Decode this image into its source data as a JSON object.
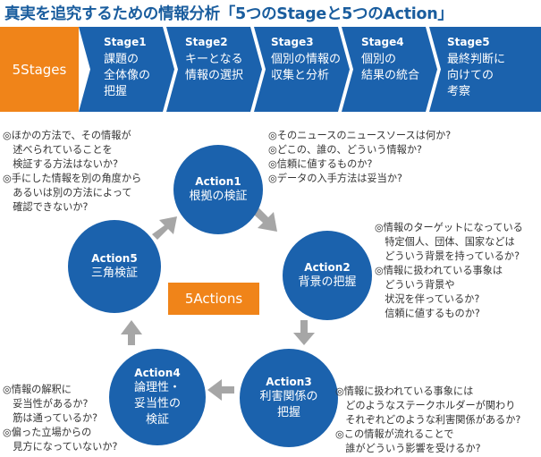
{
  "title": "真実を追究するための情報分析「5つのStageと5つのAction」",
  "colors": {
    "stage_band": "#1b62ad",
    "stages_label_bg": "#f08419",
    "circle": "#1b62ad",
    "center_label_bg": "#f08419",
    "arrow": "#a6a6a6",
    "title": "#1a5d9e"
  },
  "stages_label": "5Stages",
  "stages": [
    {
      "num": "Stage1",
      "name": "課題の\n全体像の\n把握"
    },
    {
      "num": "Stage2",
      "name": "キーとなる\n情報の選択"
    },
    {
      "num": "Stage3",
      "name": "個別の情報の\n収集と分析"
    },
    {
      "num": "Stage4",
      "name": "個別の\n結果の統合"
    },
    {
      "num": "Stage5",
      "name": "最終判断に\n向けての\n考察"
    }
  ],
  "actions_label": "5Actions",
  "actions": [
    {
      "num": "Action1",
      "name": "根拠の検証"
    },
    {
      "num": "Action2",
      "name": "背景の把握"
    },
    {
      "num": "Action3",
      "name": "利害関係の\n把握"
    },
    {
      "num": "Action4",
      "name": "論理性・\n妥当性の\n検証"
    },
    {
      "num": "Action5",
      "name": "三角検証"
    }
  ],
  "notes": {
    "action1": "◎そのニュースのニュースソースは何か?\n◎どこの、誰の、どういう情報か?\n◎信頼に値するものか?\n◎データの入手方法は妥当か?",
    "action2": "◎情報のターゲットになっている\n　特定個人、団体、国家などは\n　どういう背景を持っているか?\n◎情報に扱われている事象は\n　どういう背景や\n　状況を伴っているか?\n　信頼に値するものか?",
    "action3": "◎情報に扱われている事象には\n　どのようなステークホルダーが関わり\n　それぞれどのような利害関係があるか?\n◎この情報が流れることで\n　誰がどういう影響を受けるか?",
    "action4": "◎情報の解釈に\n　妥当性があるか?\n　筋は通っているか?\n◎偏った立場からの\n　見方になっていないか?",
    "action5": "◎ほかの方法で、その情報が\n　述べられていることを\n　検証する方法はないか?\n◎手にした情報を別の角度から\n　あるいは別の方法によって\n　確認できないか?"
  }
}
